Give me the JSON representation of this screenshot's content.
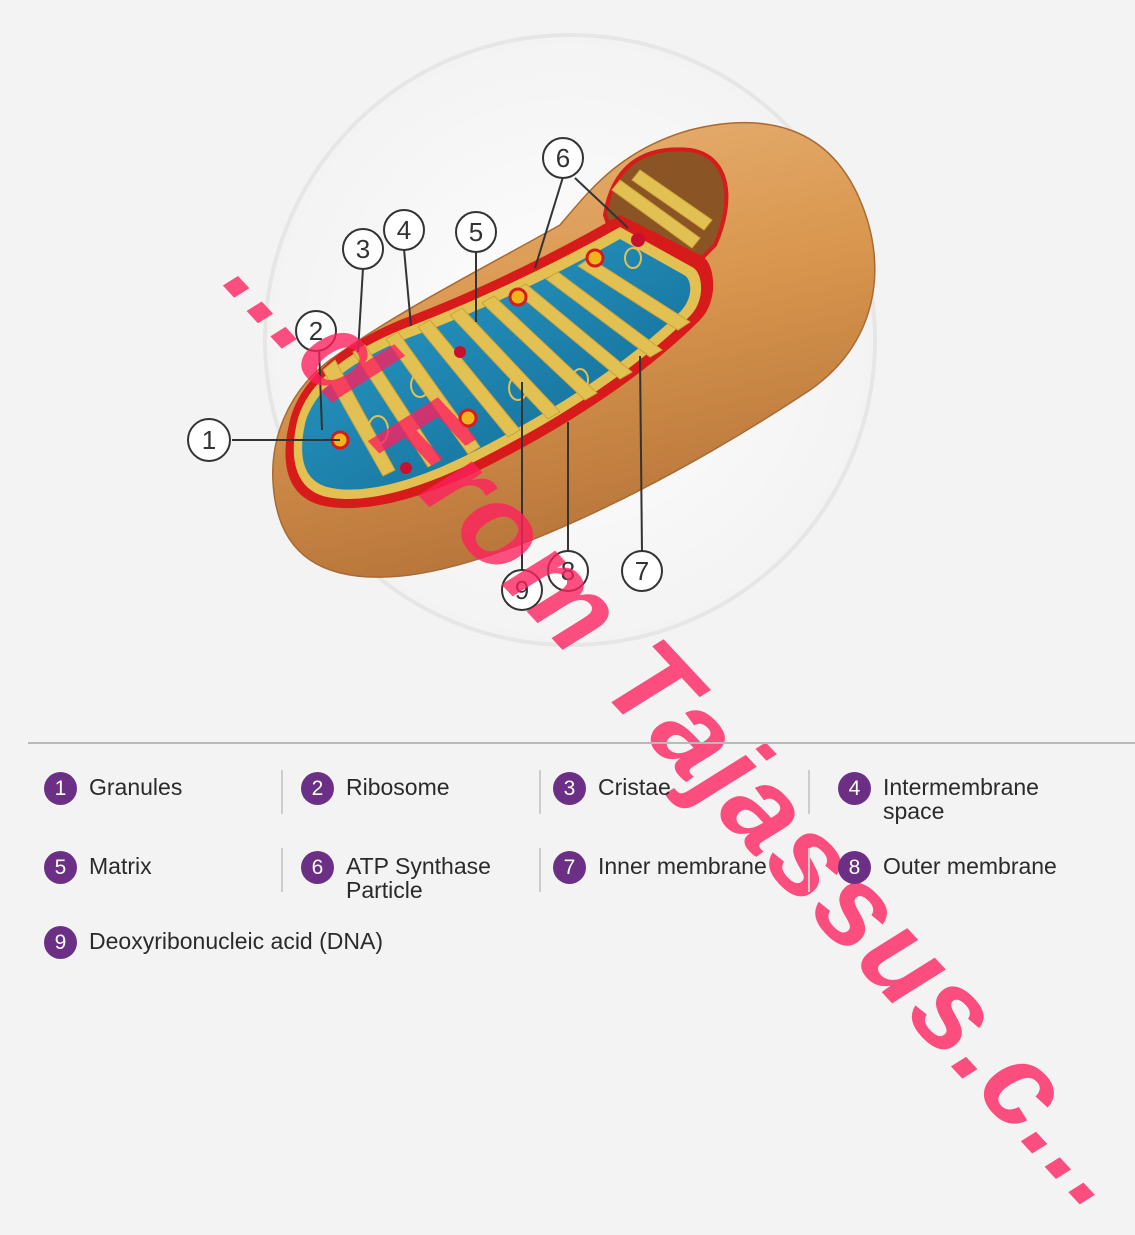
{
  "watermark": "...d From Tajassus.c...",
  "callouts": [
    "1",
    "2",
    "3",
    "4",
    "5",
    "6",
    "7",
    "8",
    "9"
  ],
  "legend": [
    {
      "num": "1",
      "label": "Granules"
    },
    {
      "num": "2",
      "label": "Ribosome"
    },
    {
      "num": "3",
      "label": "Cristae"
    },
    {
      "num": "4",
      "label": "Intermembrane space"
    },
    {
      "num": "5",
      "label": "Matrix"
    },
    {
      "num": "6",
      "label": "ATP Synthase Particle"
    },
    {
      "num": "7",
      "label": "Inner membrane"
    },
    {
      "num": "8",
      "label": "Outer membrane"
    },
    {
      "num": "9",
      "label": "Deoxyribonucleic acid (DNA)"
    }
  ],
  "colors": {
    "outer_membrane": "#d99a5a",
    "membrane_edge": "#d71a1a",
    "matrix": "#1e84b5",
    "cristae": "#e3c052",
    "legend_badge": "#6b2f86"
  }
}
